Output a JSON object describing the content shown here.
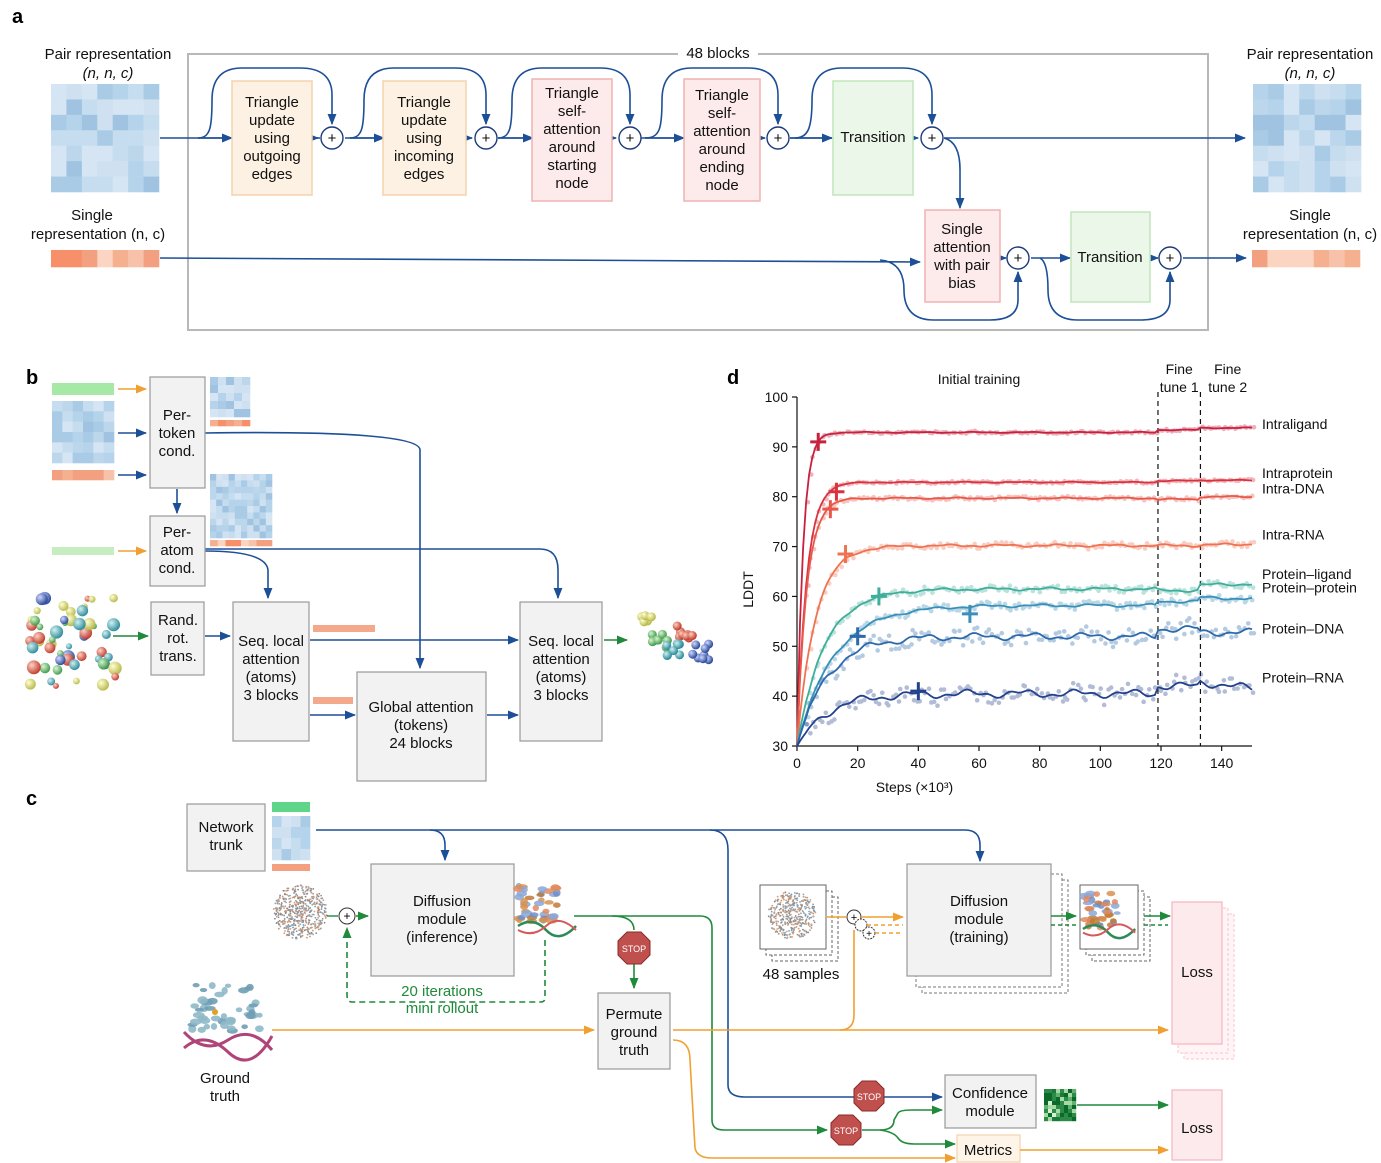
{
  "panels": {
    "a": "a",
    "b": "b",
    "c": "c",
    "d": "d"
  },
  "panel_a": {
    "pair_label": [
      "Pair representation",
      "(n, n, c)"
    ],
    "single_label": [
      "Single",
      "representation (n, c)"
    ],
    "pair_out_label": [
      "Pair representation",
      "(n, n, c)"
    ],
    "single_out_label": [
      "Single",
      "representation (n, c)"
    ],
    "blocks_label": "48 blocks",
    "modules": [
      {
        "lines": [
          "Triangle",
          "update",
          "using",
          "outgoing",
          "edges"
        ]
      },
      {
        "lines": [
          "Triangle",
          "update",
          "using",
          "incoming",
          "edges"
        ]
      },
      {
        "lines": [
          "Triangle",
          "self-",
          "attention",
          "around",
          "starting",
          "node"
        ]
      },
      {
        "lines": [
          "Triangle",
          "self-",
          "attention",
          "around",
          "ending",
          "node"
        ]
      },
      {
        "lines": [
          "Transition"
        ]
      }
    ],
    "single_attention": [
      "Single",
      "attention",
      "with pair",
      "bias"
    ],
    "transition2": "Transition",
    "plus": "+"
  },
  "panel_b": {
    "per_token": [
      "Per-",
      "token",
      "cond."
    ],
    "per_atom": [
      "Per-",
      "atom",
      "cond."
    ],
    "rand_rot": [
      "Rand.",
      "rot.",
      "trans."
    ],
    "seq_local_1": [
      "Seq. local",
      "attention",
      "(atoms)",
      "3 blocks"
    ],
    "global_attention": [
      "Global attention",
      "(tokens)",
      "24 blocks"
    ],
    "seq_local_2": [
      "Seq. local",
      "attention",
      "(atoms)",
      "3 blocks"
    ]
  },
  "panel_c": {
    "network_trunk": [
      "Network",
      "trunk"
    ],
    "diffusion_inference": [
      "Diffusion",
      "module",
      "(inference)"
    ],
    "iterations": [
      "20 iterations",
      "mini rollout"
    ],
    "stop": "STOP",
    "permute": [
      "Permute",
      "ground",
      "truth"
    ],
    "ground_truth": [
      "Ground",
      "truth"
    ],
    "samples": "48 samples",
    "diffusion_training": [
      "Diffusion",
      "module",
      "(training)"
    ],
    "loss1": "Loss",
    "loss2": "Loss",
    "confidence": [
      "Confidence",
      "module"
    ],
    "metrics": "Metrics"
  },
  "chart_data": {
    "type": "line",
    "title": "",
    "xlabel": "Steps (×10³)",
    "ylabel": "LDDT",
    "xlim": [
      0,
      150
    ],
    "ylim": [
      30,
      100
    ],
    "xticks": [
      0,
      20,
      40,
      60,
      80,
      100,
      120,
      140
    ],
    "yticks": [
      30,
      40,
      50,
      60,
      70,
      80,
      90,
      100
    ],
    "phase_labels": [
      {
        "text": [
          "Initial training"
        ],
        "x": 60
      },
      {
        "text": [
          "Fine",
          "tune 1"
        ],
        "x": 126
      },
      {
        "text": [
          "Fine",
          "tune 2"
        ],
        "x": 142
      }
    ],
    "vlines": [
      119,
      133
    ],
    "series": [
      {
        "name": "Intraligand",
        "color": "#c8213f",
        "plateau": 92.9,
        "ft1": 93.4,
        "ft2": 93.8,
        "end": 93.8,
        "rate": 2.0,
        "marker": [
          7,
          91
        ],
        "noise": 0.2
      },
      {
        "name": "Intraprotein",
        "color": "#d93340",
        "plateau": 82.9,
        "ft1": 83.2,
        "ft2": 83.3,
        "end": 83.3,
        "rate": 3.2,
        "marker": [
          13,
          81
        ],
        "noise": 0.2
      },
      {
        "name": "Intra-DNA",
        "color": "#e8584a",
        "plateau": 79.7,
        "ft1": 79.5,
        "ft2": 80.0,
        "end": 80.0,
        "rate": 3.2,
        "marker": [
          11,
          77.5
        ],
        "noise": 0.3
      },
      {
        "name": "Intra-RNA",
        "color": "#ef7352",
        "plateau": 70.2,
        "ft1": 70.2,
        "ft2": 70.3,
        "end": 70.5,
        "rate": 6,
        "marker": [
          16,
          68.5
        ],
        "noise": 0.5
      },
      {
        "name": "Protein–ligand",
        "color": "#3fae9a",
        "plateau": 61.5,
        "ft1": 61.2,
        "ft2": 62.3,
        "end": 62.5,
        "rate": 9,
        "marker": [
          27,
          60
        ],
        "noise": 0.6
      },
      {
        "name": "Protein–protein",
        "color": "#3a90b8",
        "plateau": 58.2,
        "ft1": 59,
        "ft2": 59.8,
        "end": 59.5,
        "rate": 12,
        "marker": [
          57,
          56.5
        ],
        "noise": 0.6
      },
      {
        "name": "Protein–DNA",
        "color": "#2c6aac",
        "plateau": 52,
        "ft1": 53.5,
        "ft2": 52.8,
        "end": 52.8,
        "rate": 10,
        "marker": [
          20,
          52
        ],
        "noise": 1.4
      },
      {
        "name": "Protein–RNA",
        "color": "#24418c",
        "plateau": 40.5,
        "ft1": 42,
        "ft2": 42.8,
        "end": 41.5,
        "rate": 10,
        "marker": [
          40,
          41
        ],
        "noise": 1.6
      }
    ],
    "legend_placement": "right, labels beside line ends"
  }
}
